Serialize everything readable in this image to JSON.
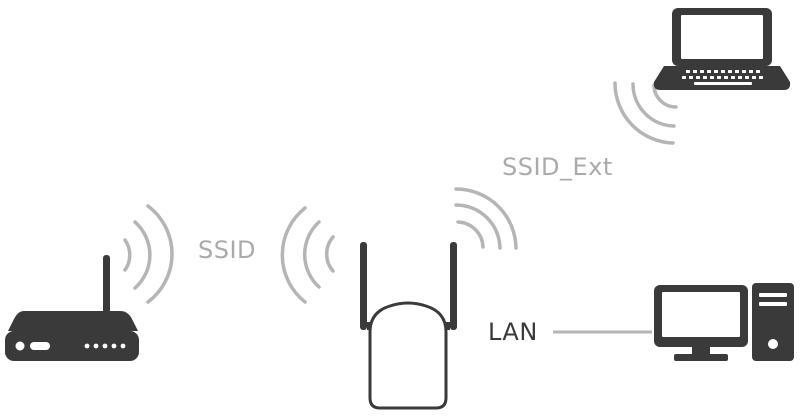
{
  "labels": {
    "ssid": "SSID",
    "ssid_ext": "SSID_Ext",
    "lan": "LAN"
  },
  "devices": [
    "router",
    "range-extender",
    "laptop",
    "desktop-computer"
  ],
  "colors": {
    "device": "#3a3a3a",
    "signal_waves": "#b5b5b5",
    "label_wifi": "#aaaaaa",
    "label_lan": "#3a3a3a",
    "lan_cable": "#b5b5b5"
  }
}
